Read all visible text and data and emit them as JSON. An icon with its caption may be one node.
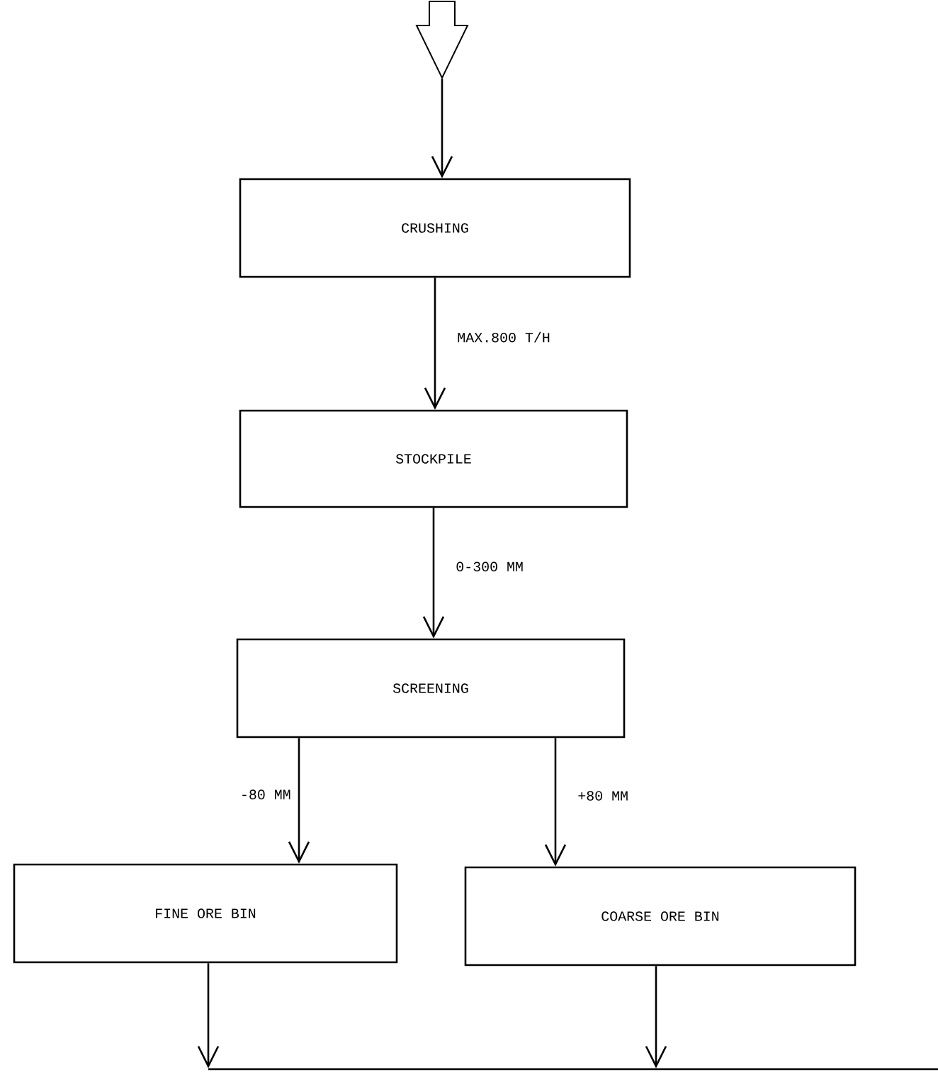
{
  "diagram": {
    "nodes": [
      {
        "text": [],
        "shape": "arrow"
      },
      {
        "text": [
          "CRUSHING"
        ]
      },
      {
        "text": [
          "STOCKPILE"
        ]
      },
      {
        "text": [
          "SCREENING"
        ]
      },
      {
        "text": [
          "FINE ORE BIN"
        ]
      },
      {
        "text": [
          "COARSE ORE BIN"
        ]
      },
      {
        "text": [],
        "shape": "line"
      }
    ],
    "edges": [
      {
        "from": 0,
        "to": 1,
        "arrow": "to"
      },
      {
        "from": 1,
        "to": 2,
        "arrow": "to",
        "label": "MAX.800 T/H"
      },
      {
        "from": 2,
        "to": 3,
        "arrow": "to",
        "label": "0-300 MM"
      },
      {
        "from": 3,
        "to": 4,
        "arrow": "to",
        "label": "-80 MM"
      },
      {
        "from": 3,
        "to": 5,
        "arrow": "to",
        "label": "+80 MM"
      },
      {
        "from": 4,
        "to": 6,
        "arrow": "to"
      },
      {
        "from": 5,
        "to": 6,
        "arrow": "to"
      }
    ]
  }
}
